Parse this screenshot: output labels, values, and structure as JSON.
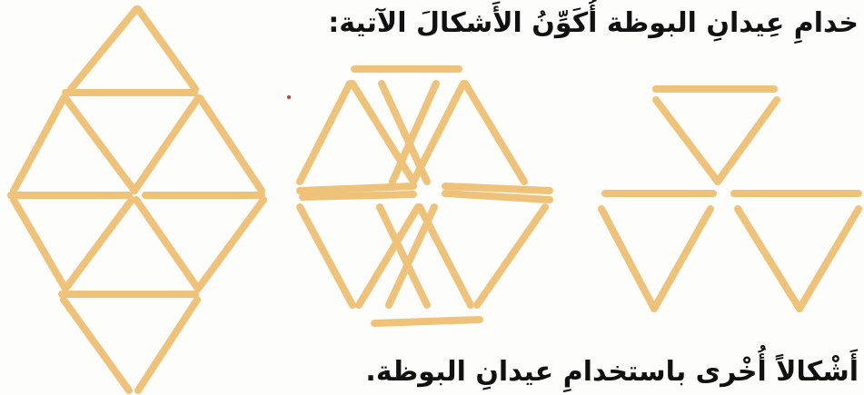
{
  "instruction_text": "خدامِ عِيدانِ البوظة أُكَوِّنُ الأَشكالَ الآتية:",
  "bottom_text": "أَشْكالاً أُخْرى باستخدامِ عيدانِ البوظة.",
  "colors": {
    "stick": "#efc27a",
    "stick_edge": "#d9a352",
    "text": "#111111",
    "dot": "#c0392b"
  },
  "figures": [
    {
      "name": "rhombus-of-triangles",
      "description_icon": "stick-figure"
    },
    {
      "name": "hexagon-of-triangles",
      "description_icon": "stick-figure"
    },
    {
      "name": "three-triangles-pinwheel",
      "description_icon": "stick-figure"
    }
  ]
}
